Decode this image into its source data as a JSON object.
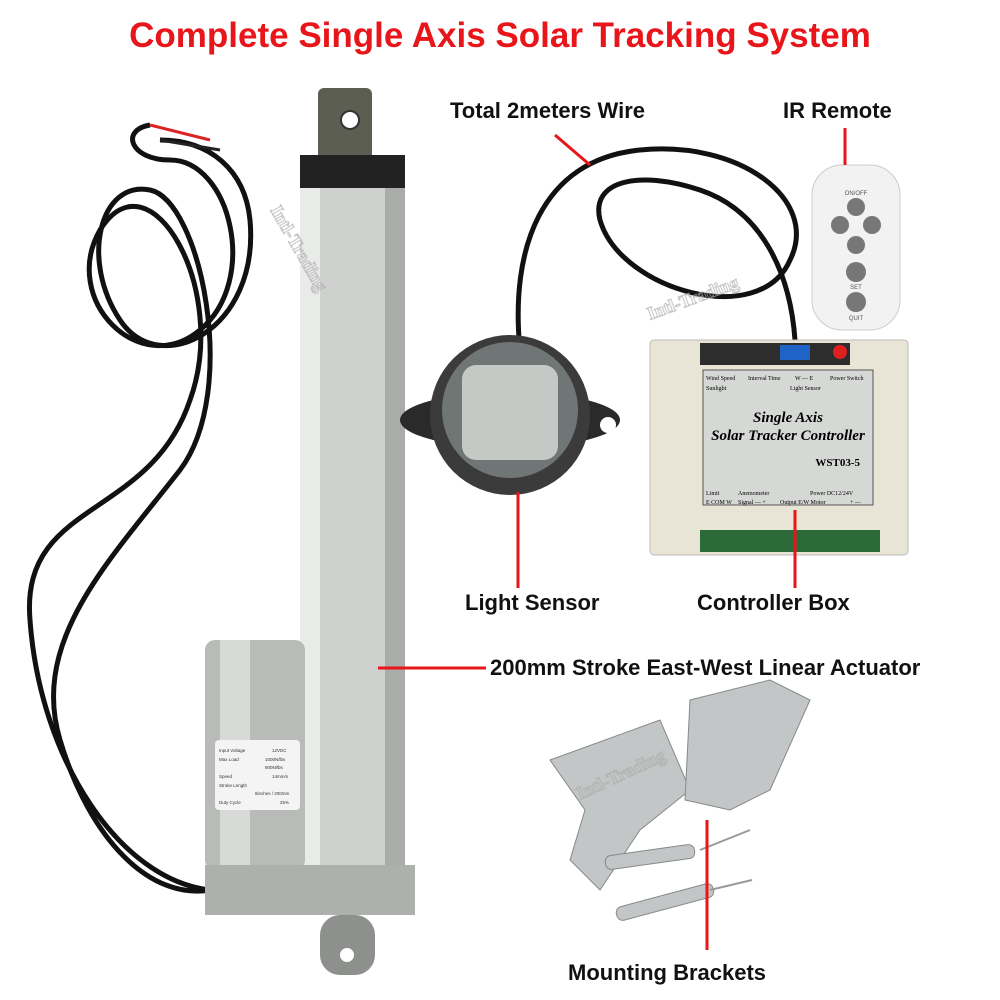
{
  "title": "Complete Single Axis Solar Tracking System",
  "labels": {
    "wire": "Total 2meters Wire",
    "remote": "IR Remote",
    "light_sensor": "Light Sensor",
    "controller_box": "Controller Box",
    "actuator": "200mm Stroke East-West Linear Actuator",
    "brackets": "Mounting Brackets"
  },
  "controller": {
    "name_line1": "Single Axis",
    "name_line2": "Solar Tracker Controller",
    "model": "WST03-5",
    "top_terminals": [
      "Wind Speed",
      "Sunlight",
      "Interval Time",
      "W — E",
      "Light Sensor",
      "Power Switch"
    ],
    "bottom_terminals": [
      "Limit",
      "E COM W",
      "Anemometer",
      "Signal — +",
      "Output E/W Motor",
      "Power DC12/24V",
      "+ —"
    ]
  },
  "actuator_label": {
    "rows": [
      [
        "Input Voltage",
        "12VDC"
      ],
      [
        "Max Load",
        "1000N/lbs"
      ],
      [
        "",
        "900N/lbs"
      ],
      [
        "Speed",
        "14mm/s"
      ],
      [
        "Stroke Length",
        ""
      ],
      [
        "",
        "8inches / 200mm"
      ],
      [
        "Duty Cycle",
        "25%"
      ]
    ]
  },
  "remote_buttons": [
    "ON/OFF",
    "SET",
    "QUIT"
  ],
  "watermark": "Intl-Trading",
  "colors": {
    "accent": "#e8161b",
    "text": "#111111"
  }
}
